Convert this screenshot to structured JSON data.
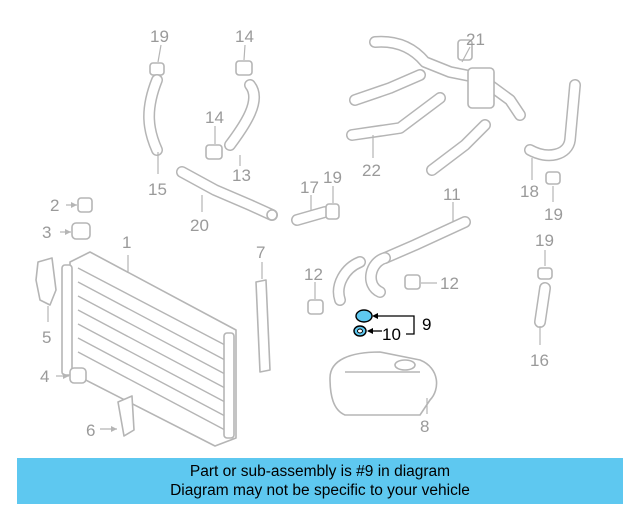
{
  "callouts": {
    "n1": "1",
    "n2": "2",
    "n3": "3",
    "n4": "4",
    "n5": "5",
    "n6": "6",
    "n7": "7",
    "n8": "8",
    "n9": "9",
    "n10": "10",
    "n11": "11",
    "n12a": "12",
    "n12b": "12",
    "n13": "13",
    "n14a": "14",
    "n14b": "14",
    "n15": "15",
    "n16": "16",
    "n17": "17",
    "n18": "18",
    "n19a": "19",
    "n19b": "19",
    "n19c": "19",
    "n19d": "19",
    "n20": "20",
    "n21": "21",
    "n22": "22"
  },
  "highlight": {
    "part": "9",
    "color": "#5ec8f0"
  },
  "banner": {
    "line1": "Part or sub-assembly is #9 in diagram",
    "line2": "Diagram may not be specific to your vehicle",
    "color": "#5ec8f0"
  }
}
